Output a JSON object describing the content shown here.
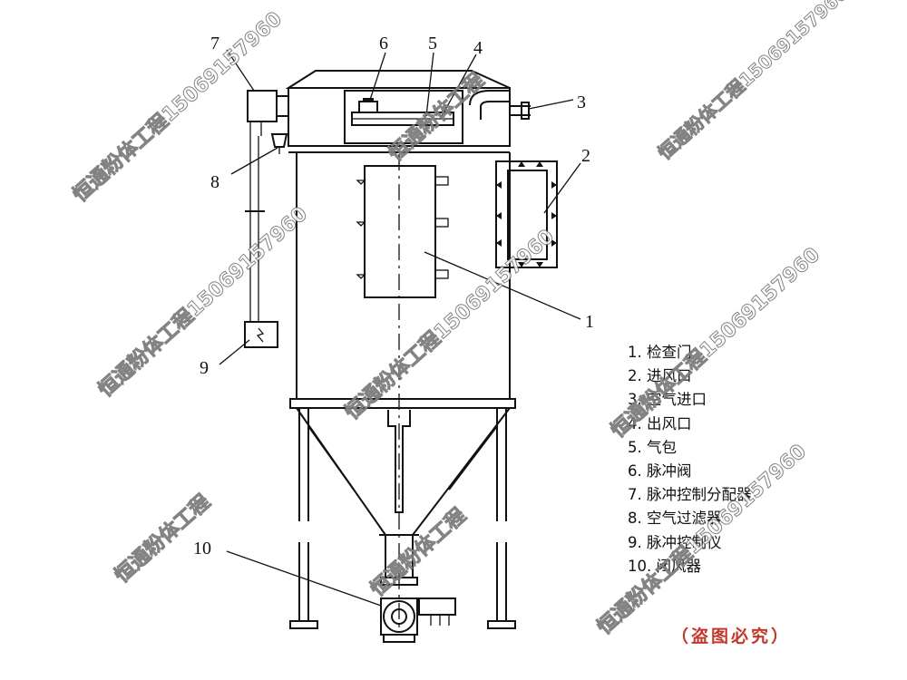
{
  "callouts": [
    "1",
    "2",
    "3",
    "4",
    "5",
    "6",
    "7",
    "8",
    "9",
    "10"
  ],
  "legend": [
    "1. 检查门",
    "2. 进风口",
    "3. 空气进口",
    "4. 出风口",
    "5. 气包",
    "6. 脉冲阀",
    "7. 脉冲控制分配器",
    "8. 空气过滤器",
    "9. 脉冲控制仪",
    "10. 闭风器"
  ],
  "notice": "（盗图必究）",
  "watermarks": [
    "恒通粉体工程15069157960",
    "恒通粉体工程",
    "恒通粉体工程15069157960",
    "恒通粉体工程15069157960",
    "恒通粉体工程15069157960",
    "恒通粉体工程",
    "恒通粉体工程",
    "恒通粉体工程15069157960",
    "恒通粉体工程15069157960"
  ],
  "colors": {
    "line": "#111111",
    "notice": "#c0392b",
    "watermark_stroke": "#5a5a5a"
  }
}
